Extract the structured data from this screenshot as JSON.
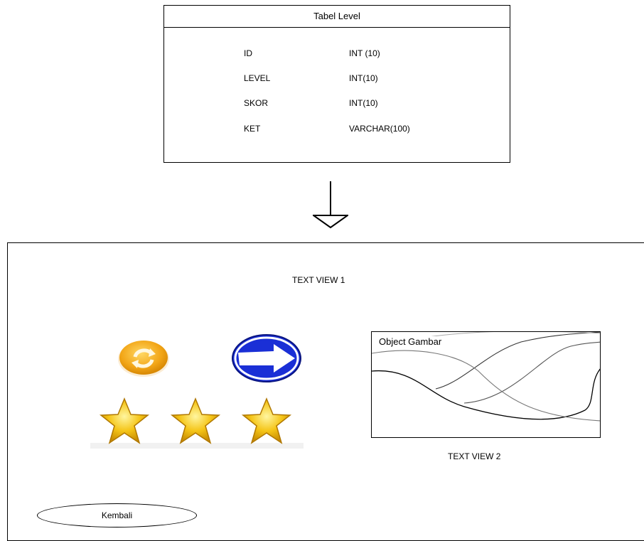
{
  "table": {
    "title": "Tabel Level",
    "fields": [
      {
        "name": "ID",
        "type": "INT (10)"
      },
      {
        "name": "LEVEL",
        "type": "INT(10)"
      },
      {
        "name": "SKOR",
        "type": "INT(10)"
      },
      {
        "name": "KET",
        "type": "VARCHAR(100)"
      }
    ]
  },
  "screen": {
    "text_view_1": "TEXT VIEW 1",
    "text_view_2": "TEXT VIEW 2",
    "object_label": "Object Gambar",
    "back_button": "Kembali",
    "icons": [
      "refresh-icon",
      "next-arrow-icon",
      "star-icon"
    ],
    "star_count": 3
  },
  "colors": {
    "refresh_orange": "#f2a516",
    "next_blue": "#1a2fd6",
    "star_gold": "#f5c518"
  }
}
